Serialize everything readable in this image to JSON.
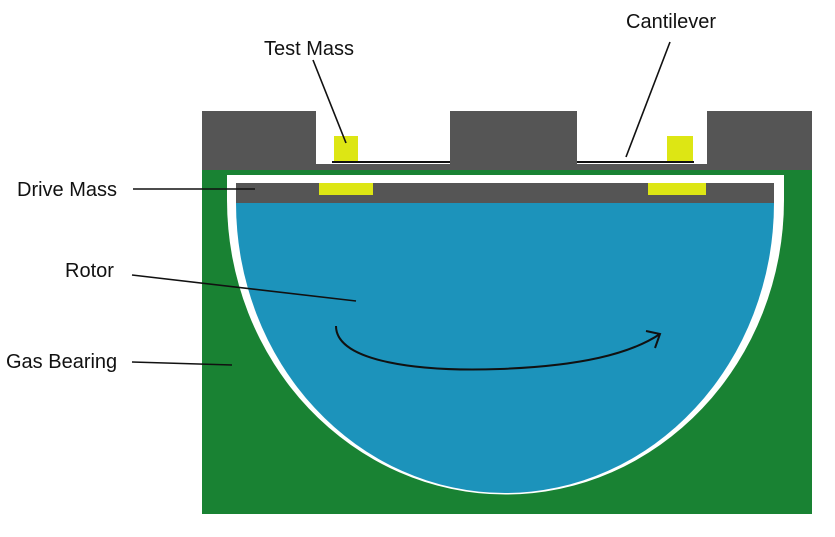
{
  "labels": {
    "test_mass": "Test Mass",
    "cantilever": "Cantilever",
    "drive_mass": "Drive Mass",
    "rotor": "Rotor",
    "gas_bearing": "Gas Bearing"
  },
  "colors": {
    "gas_bearing": "#198233",
    "rotor": "#1c93bb",
    "structure": "#555555",
    "mass": "#dde614",
    "gap": "#ffffff",
    "line": "#111111"
  },
  "rotation_arrow_icon": "curved-arrow-icon"
}
